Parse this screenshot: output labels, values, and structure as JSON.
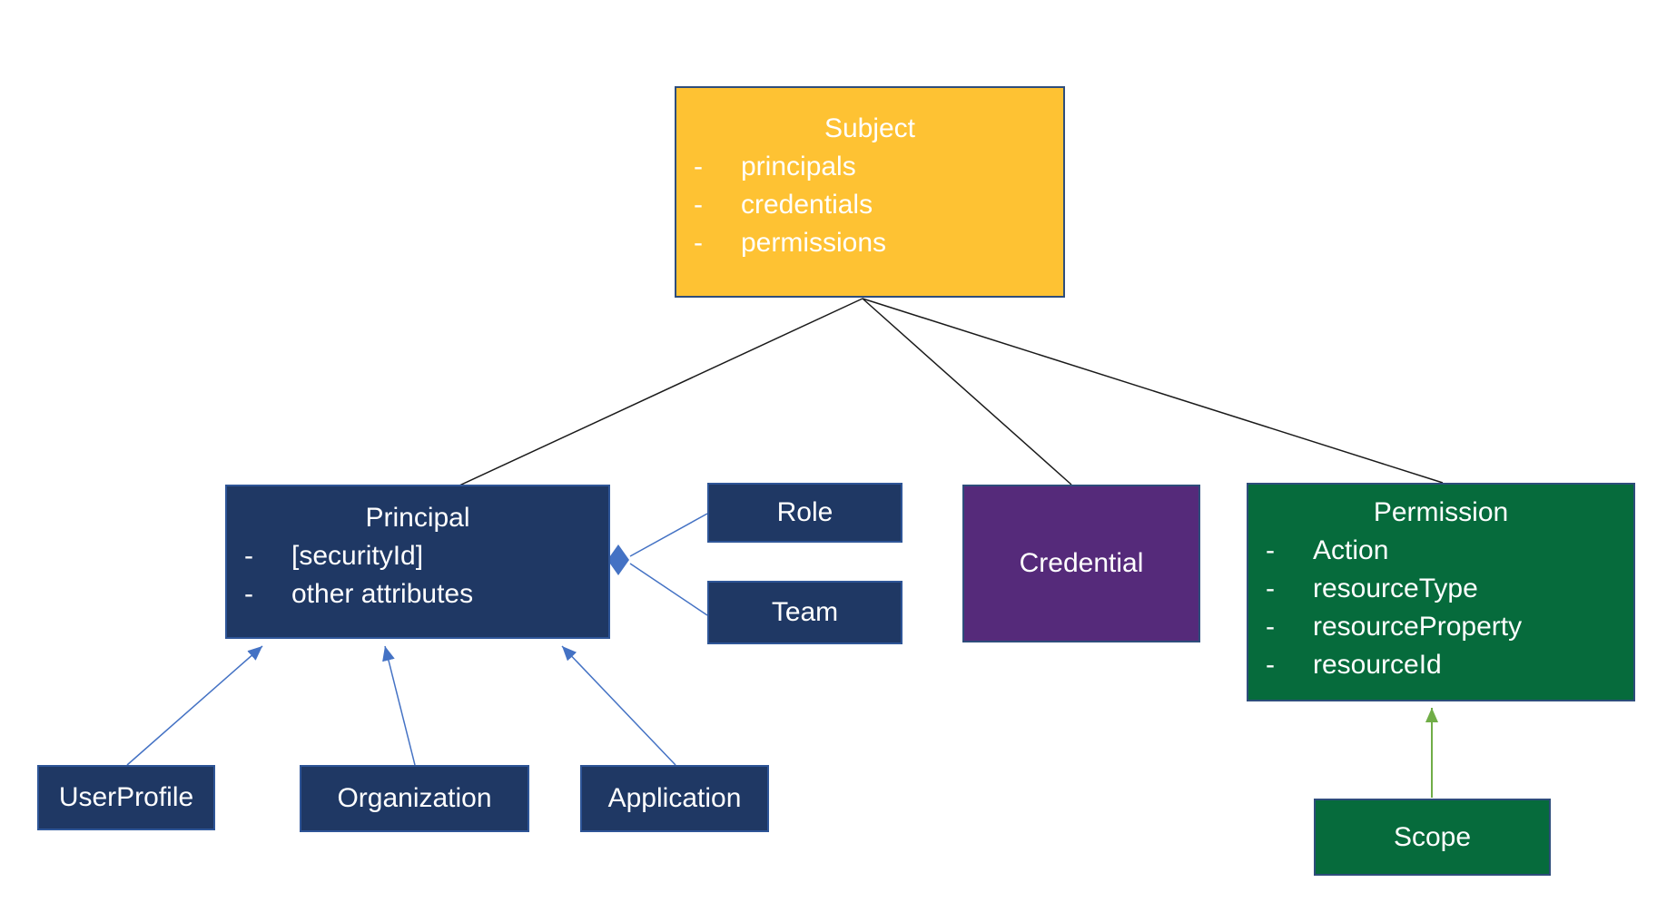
{
  "diagram": {
    "bullet": "-",
    "colors": {
      "gold": "#FEC233",
      "navy": "#1F3864",
      "navy_border": "#2E5597",
      "purple": "#552A7A",
      "green": "#066B3C",
      "blue_arrow": "#4472C4",
      "green_arrow": "#70AD47",
      "black_line": "#1A1A1A",
      "text": "#FFFFFF"
    },
    "nodes": {
      "subject": {
        "title": "Subject",
        "attributes": [
          "principals",
          "credentials",
          "permissions"
        ]
      },
      "principal": {
        "title": "Principal",
        "attributes": [
          "[securityId]",
          "other attributes"
        ]
      },
      "role": {
        "title": "Role"
      },
      "team": {
        "title": "Team"
      },
      "credential": {
        "title": "Credential"
      },
      "permission": {
        "title": "Permission",
        "attributes": [
          "Action",
          "resourceType",
          "resourceProperty",
          "resourceId"
        ]
      },
      "scope": {
        "title": "Scope"
      },
      "user_profile": {
        "title": "UserProfile"
      },
      "organization": {
        "title": "Organization"
      },
      "application": {
        "title": "Application"
      }
    },
    "connectors": [
      {
        "from": "subject",
        "to": "principal",
        "style": "black-line"
      },
      {
        "from": "subject",
        "to": "credential",
        "style": "black-line"
      },
      {
        "from": "subject",
        "to": "permission",
        "style": "black-line"
      },
      {
        "from": "role",
        "to": "principal",
        "style": "blue-line-diamond"
      },
      {
        "from": "team",
        "to": "principal",
        "style": "blue-line-diamond"
      },
      {
        "from": "user_profile",
        "to": "principal",
        "style": "blue-arrow"
      },
      {
        "from": "organization",
        "to": "principal",
        "style": "blue-arrow"
      },
      {
        "from": "application",
        "to": "principal",
        "style": "blue-arrow"
      },
      {
        "from": "scope",
        "to": "permission",
        "style": "green-arrow"
      }
    ]
  }
}
